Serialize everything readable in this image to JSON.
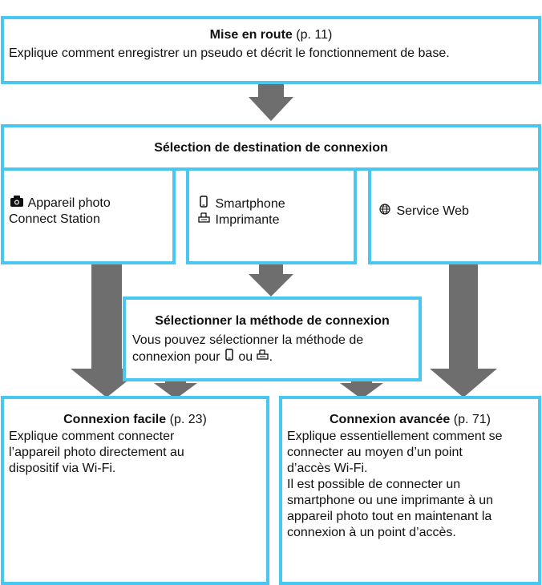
{
  "getting_started": {
    "title": "Mise en route",
    "page_ref": "(p. 11)",
    "description": "Explique comment enregistrer un pseudo et décrit le fonctionnement de base."
  },
  "destination": {
    "title": "Sélection de destination de connexion",
    "camera": {
      "icon": "camera-icon",
      "line1": "Appareil photo",
      "line2": "Connect Station"
    },
    "smartphone": {
      "icon": "smartphone-icon",
      "line1": "Smartphone",
      "printer_icon": "printer-icon",
      "line2": "Imprimante"
    },
    "web": {
      "icon": "globe-icon",
      "line1": "Service Web"
    }
  },
  "method": {
    "title": "Sélectionner la méthode de connexion",
    "line1": "Vous pouvez sélectionner la méthode de",
    "line2_prefix": "connexion pour",
    "line2_or": "ou",
    "line2_suffix": "."
  },
  "easy": {
    "title": "Connexion facile",
    "page_ref": "(p. 23)",
    "lines": [
      "Explique comment connecter",
      "l’appareil photo directement au",
      "dispositif via Wi-Fi."
    ]
  },
  "advanced": {
    "title": "Connexion avancée",
    "page_ref": "(p. 71)",
    "lines": [
      "Explique essentiellement comment se",
      "connecter au moyen d’un point",
      "d’accès Wi-Fi.",
      "Il est possible de connecter un",
      "smartphone ou une imprimante à un",
      "appareil photo tout en maintenant la",
      "connexion à un point d’accès."
    ]
  },
  "colors": {
    "border": "#49c7f0",
    "arrow": "#6e6e6e"
  }
}
